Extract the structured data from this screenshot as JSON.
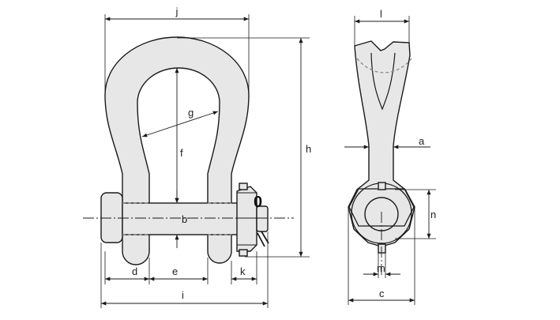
{
  "labels": {
    "j": "j",
    "g": "g",
    "f": "f",
    "b": "b",
    "h": "h",
    "d": "d",
    "e": "e",
    "k": "k",
    "i": "i",
    "l": "l",
    "a": "a",
    "n": "n",
    "m": "m",
    "c": "c"
  },
  "pin_head_mark": "0"
}
